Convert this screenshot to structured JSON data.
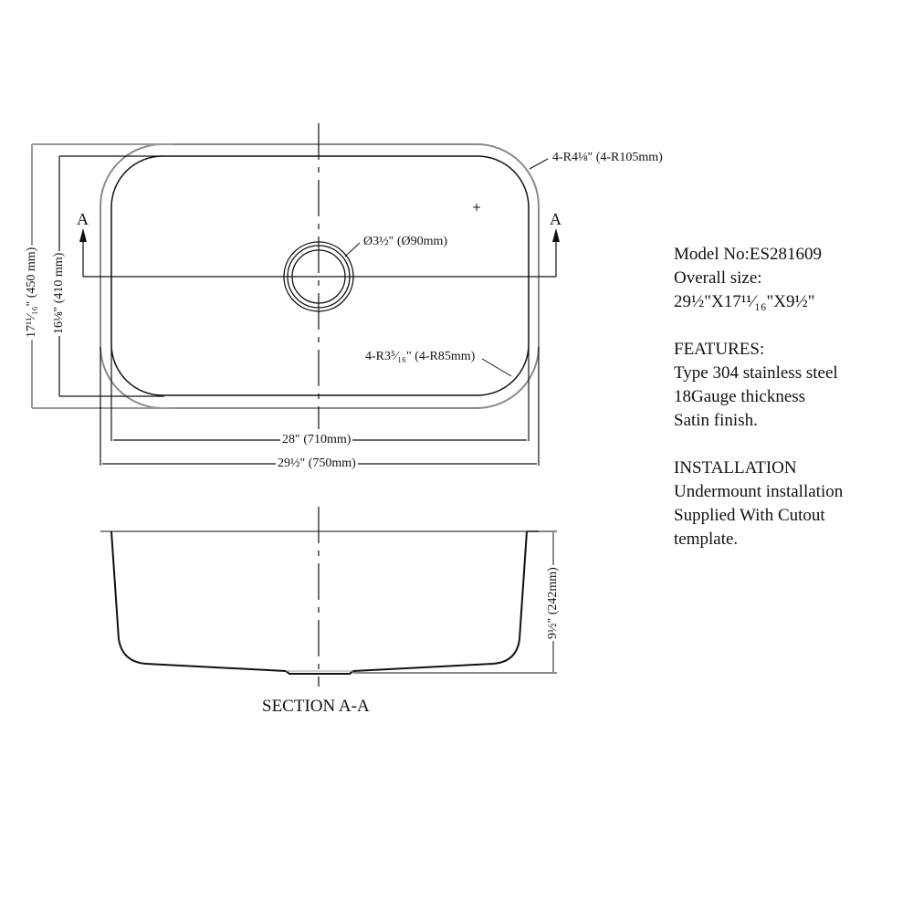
{
  "top_view": {
    "corner_outer_radius": "4-R4⅛\" (4-R105mm)",
    "drain_diameter": "Ø3½\" (Ø90mm)",
    "corner_inner_radius": "4-R3⁵⁄₁₆\" (4-R85mm)",
    "inner_width": "28″ (710mm)",
    "overall_width": "29½\" (750mm)",
    "inner_depth": "16⅛\" (410 mm)",
    "overall_depth": "17¹¹⁄₁₆\" (450 mm)",
    "section_marker_left": "A",
    "section_marker_right": "A"
  },
  "section_view": {
    "height": "9½\" (242mm)",
    "title": "SECTION A-A"
  },
  "specs": {
    "model": "Model No:ES281609",
    "overall_size_label": "Overall size:",
    "overall_size_value": "29½\"X17¹¹⁄₁₆\"X9½\"",
    "features_heading": "FEATURES:",
    "features": [
      "Type 304 stainless steel",
      "18Gauge thickness",
      "Satin finish."
    ],
    "installation_heading": "INSTALLATION",
    "installation": [
      "Undermount installation",
      "Supplied With Cutout",
      "template."
    ]
  },
  "colors": {
    "line": "#111111",
    "light_line": "#9a9a9a"
  }
}
